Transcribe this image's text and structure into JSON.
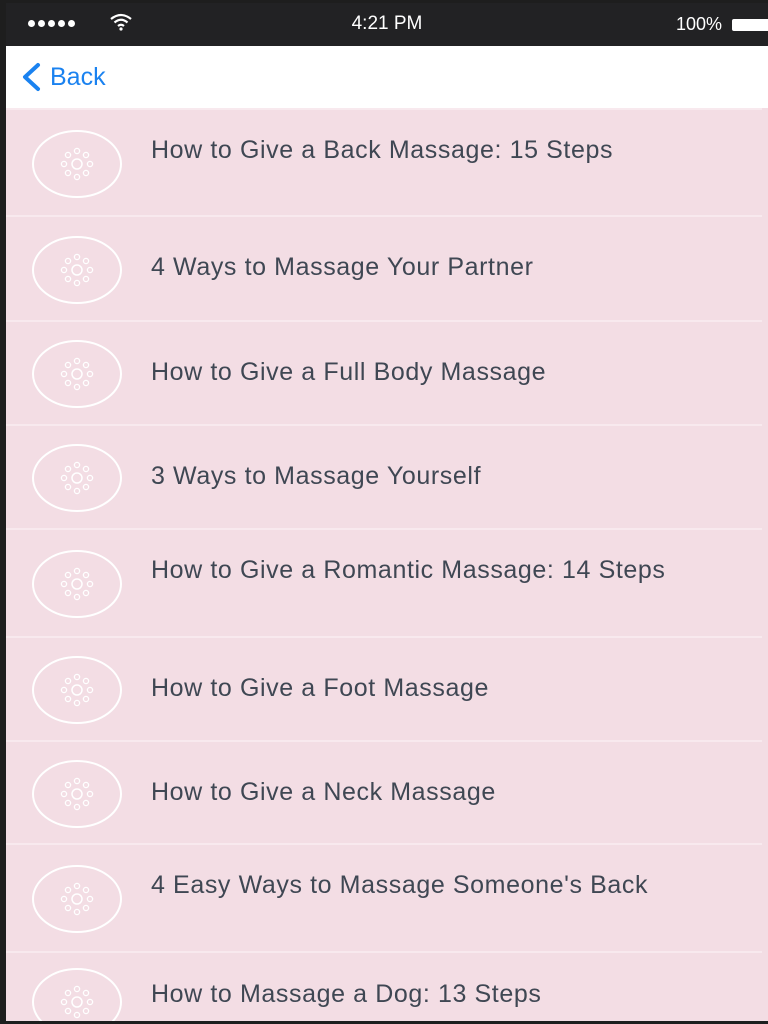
{
  "status_bar": {
    "signal_dots": 5,
    "wifi_icon": "wifi-icon",
    "time": "4:21 PM",
    "battery_percent": "100%",
    "battery_icon": "battery-full-icon"
  },
  "nav_bar": {
    "back_label": "Back",
    "back_icon": "chevron-left-icon",
    "accent_color": "#1a82f0"
  },
  "list": {
    "background_color": "#f3dde4",
    "item_icon": "flower-placeholder-icon",
    "items": [
      {
        "title": "How to Give a Back Massage: 15 Steps"
      },
      {
        "title": "4 Ways to Massage Your Partner"
      },
      {
        "title": "How to Give a Full Body Massage"
      },
      {
        "title": "3 Ways to Massage Yourself"
      },
      {
        "title": "How to Give a Romantic Massage: 14 Steps"
      },
      {
        "title": "How to Give a Foot Massage"
      },
      {
        "title": "How to Give a Neck Massage"
      },
      {
        "title": "4 Easy Ways to Massage Someone's Back"
      },
      {
        "title": "How to Massage a Dog: 13 Steps"
      }
    ]
  }
}
